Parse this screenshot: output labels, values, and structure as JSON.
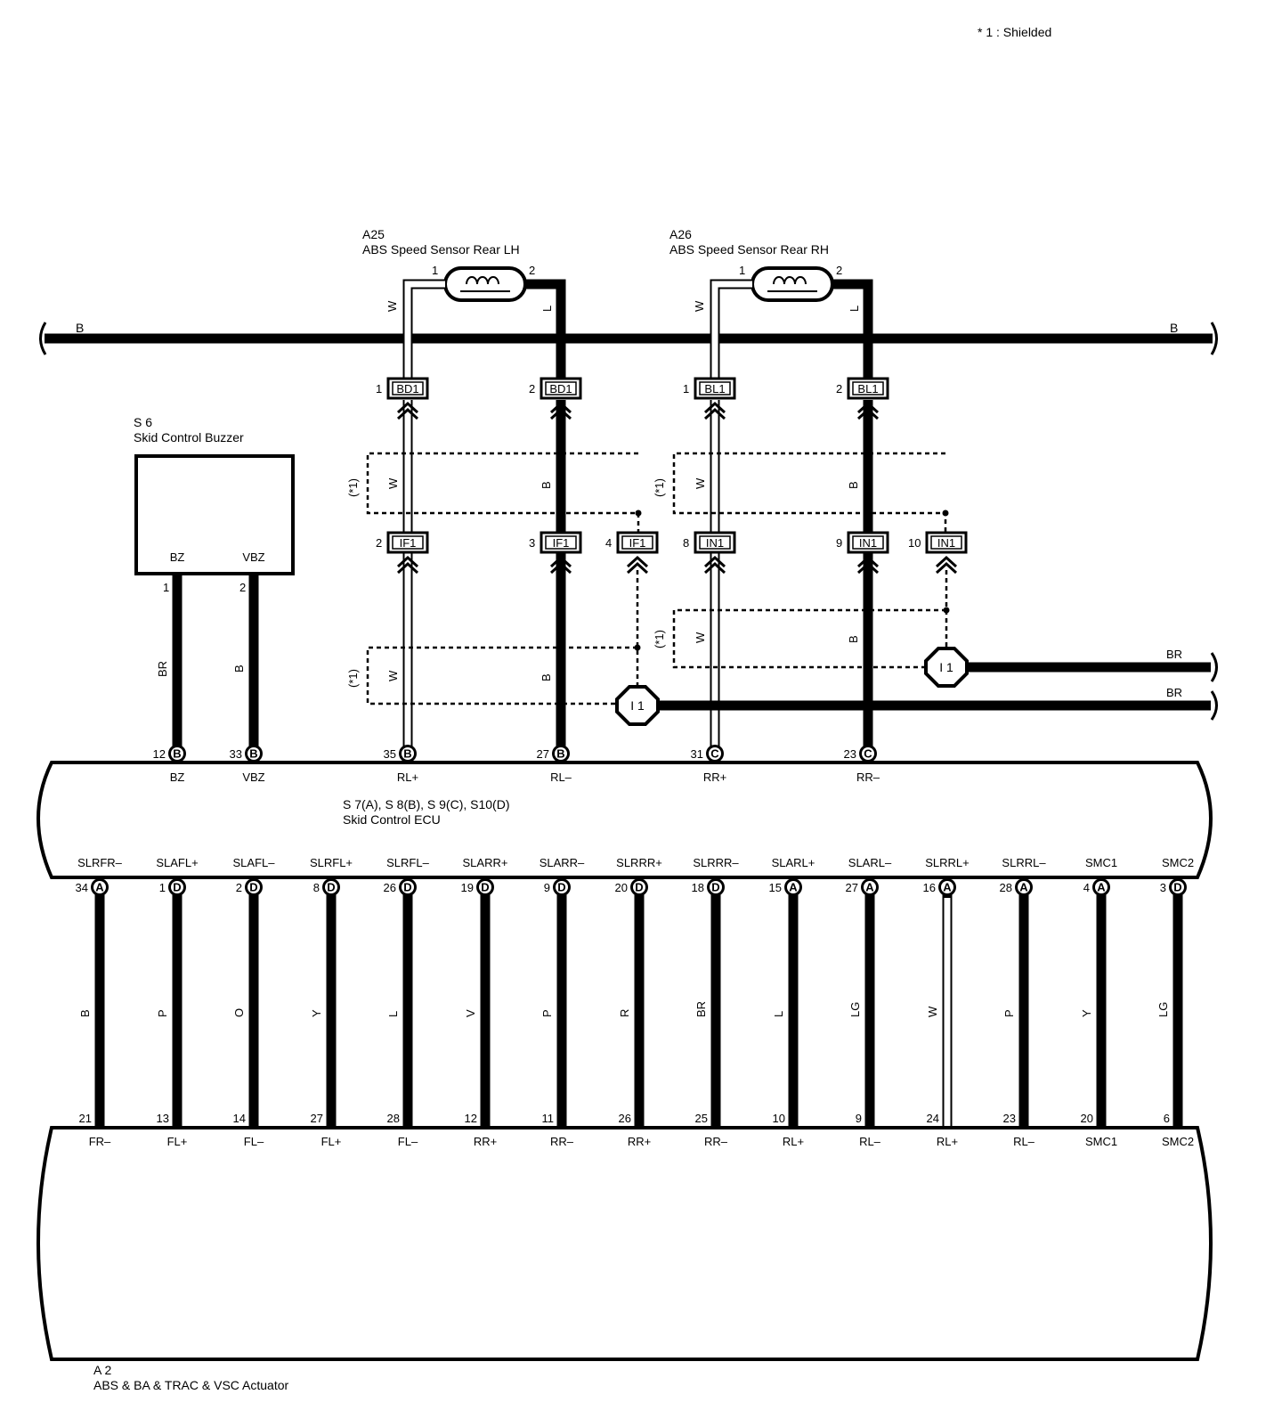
{
  "legend": {
    "shield": "* 1 : Shielded"
  },
  "components": {
    "a25": {
      "code": "A25",
      "name": "ABS Speed Sensor Rear LH"
    },
    "a26": {
      "code": "A26",
      "name": "ABS Speed Sensor Rear RH"
    },
    "s6": {
      "code": "S 6",
      "name": "Skid Control Buzzer",
      "pin_bz": "BZ",
      "pin_vbz": "VBZ",
      "pin1": "1",
      "pin2": "2"
    },
    "ecu": {
      "codes": "S 7(A), S 8(B), S 9(C), S10(D)",
      "name": "Skid Control ECU"
    },
    "a2": {
      "code": "A 2",
      "name": "ABS & BA & TRAC & VSC Actuator"
    }
  },
  "bus": {
    "color_left": "B",
    "color_right": "B"
  },
  "shield_marker": "(*1)",
  "sensor_pins": {
    "a25_1": "1",
    "a25_2": "2",
    "a26_1": "1",
    "a26_2": "2"
  },
  "sensor_wire_colors": {
    "a25_w": "W",
    "a25_l": "L",
    "a26_w": "W",
    "a26_l": "L"
  },
  "junctions": {
    "bd1_1": {
      "pin": "1",
      "label": "BD1"
    },
    "bd1_2": {
      "pin": "2",
      "label": "BD1"
    },
    "bl1_1": {
      "pin": "1",
      "label": "BL1"
    },
    "bl1_2": {
      "pin": "2",
      "label": "BL1"
    },
    "if1_2": {
      "pin": "2",
      "label": "IF1"
    },
    "if1_3": {
      "pin": "3",
      "label": "IF1"
    },
    "if1_4": {
      "pin": "4",
      "label": "IF1"
    },
    "in1_8": {
      "pin": "8",
      "label": "IN1"
    },
    "in1_9": {
      "pin": "9",
      "label": "IN1"
    },
    "in1_10": {
      "pin": "10",
      "label": "IN1"
    }
  },
  "mid_wire_colors": {
    "lh_w1": "W",
    "lh_b1": "B",
    "rh_w1": "W",
    "rh_b1": "B",
    "lh_w2": "W",
    "lh_b2": "B",
    "rh_w2": "W",
    "rh_b2": "B",
    "buzzer_br": "BR",
    "buzzer_b": "B"
  },
  "grounds": {
    "i1_left": {
      "label": "I 1",
      "wire": "BR"
    },
    "i1_right": {
      "label": "I 1",
      "wire": "BR"
    }
  },
  "ecu_top_pins": [
    {
      "pin": "12",
      "conn": "B",
      "name": "BZ"
    },
    {
      "pin": "33",
      "conn": "B",
      "name": "VBZ"
    },
    {
      "pin": "35",
      "conn": "B",
      "name": "RL+"
    },
    {
      "pin": "27",
      "conn": "B",
      "name": "RL–"
    },
    {
      "pin": "31",
      "conn": "C",
      "name": "RR+"
    },
    {
      "pin": "23",
      "conn": "C",
      "name": "RR–"
    }
  ],
  "bottom_wires": [
    {
      "ecu_name": "SLRFR–",
      "ecu_pin": "34",
      "conn": "A",
      "color": "B",
      "act_pin": "21",
      "act_name": "FR–"
    },
    {
      "ecu_name": "SLAFL+",
      "ecu_pin": "1",
      "conn": "D",
      "color": "P",
      "act_pin": "13",
      "act_name": "FL+"
    },
    {
      "ecu_name": "SLAFL–",
      "ecu_pin": "2",
      "conn": "D",
      "color": "O",
      "act_pin": "14",
      "act_name": "FL–"
    },
    {
      "ecu_name": "SLRFL+",
      "ecu_pin": "8",
      "conn": "D",
      "color": "Y",
      "act_pin": "27",
      "act_name": "FL+"
    },
    {
      "ecu_name": "SLRFL–",
      "ecu_pin": "26",
      "conn": "D",
      "color": "L",
      "act_pin": "28",
      "act_name": "FL–"
    },
    {
      "ecu_name": "SLARR+",
      "ecu_pin": "19",
      "conn": "D",
      "color": "V",
      "act_pin": "12",
      "act_name": "RR+"
    },
    {
      "ecu_name": "SLARR–",
      "ecu_pin": "9",
      "conn": "D",
      "color": "P",
      "act_pin": "11",
      "act_name": "RR–"
    },
    {
      "ecu_name": "SLRRR+",
      "ecu_pin": "20",
      "conn": "D",
      "color": "R",
      "act_pin": "26",
      "act_name": "RR+"
    },
    {
      "ecu_name": "SLRRR–",
      "ecu_pin": "18",
      "conn": "D",
      "color": "BR",
      "act_pin": "25",
      "act_name": "RR–"
    },
    {
      "ecu_name": "SLARL+",
      "ecu_pin": "15",
      "conn": "A",
      "color": "L",
      "act_pin": "10",
      "act_name": "RL+"
    },
    {
      "ecu_name": "SLARL–",
      "ecu_pin": "27",
      "conn": "A",
      "color": "LG",
      "act_pin": "9",
      "act_name": "RL–"
    },
    {
      "ecu_name": "SLRRL+",
      "ecu_pin": "16",
      "conn": "A",
      "color": "W",
      "act_pin": "24",
      "act_name": "RL+"
    },
    {
      "ecu_name": "SLRRL–",
      "ecu_pin": "28",
      "conn": "A",
      "color": "P",
      "act_pin": "23",
      "act_name": "RL–"
    },
    {
      "ecu_name": "SMC1",
      "ecu_pin": "4",
      "conn": "A",
      "color": "Y",
      "act_pin": "20",
      "act_name": "SMC1"
    },
    {
      "ecu_name": "SMC2",
      "ecu_pin": "3",
      "conn": "D",
      "color": "LG",
      "act_pin": "6",
      "act_name": "SMC2"
    }
  ]
}
